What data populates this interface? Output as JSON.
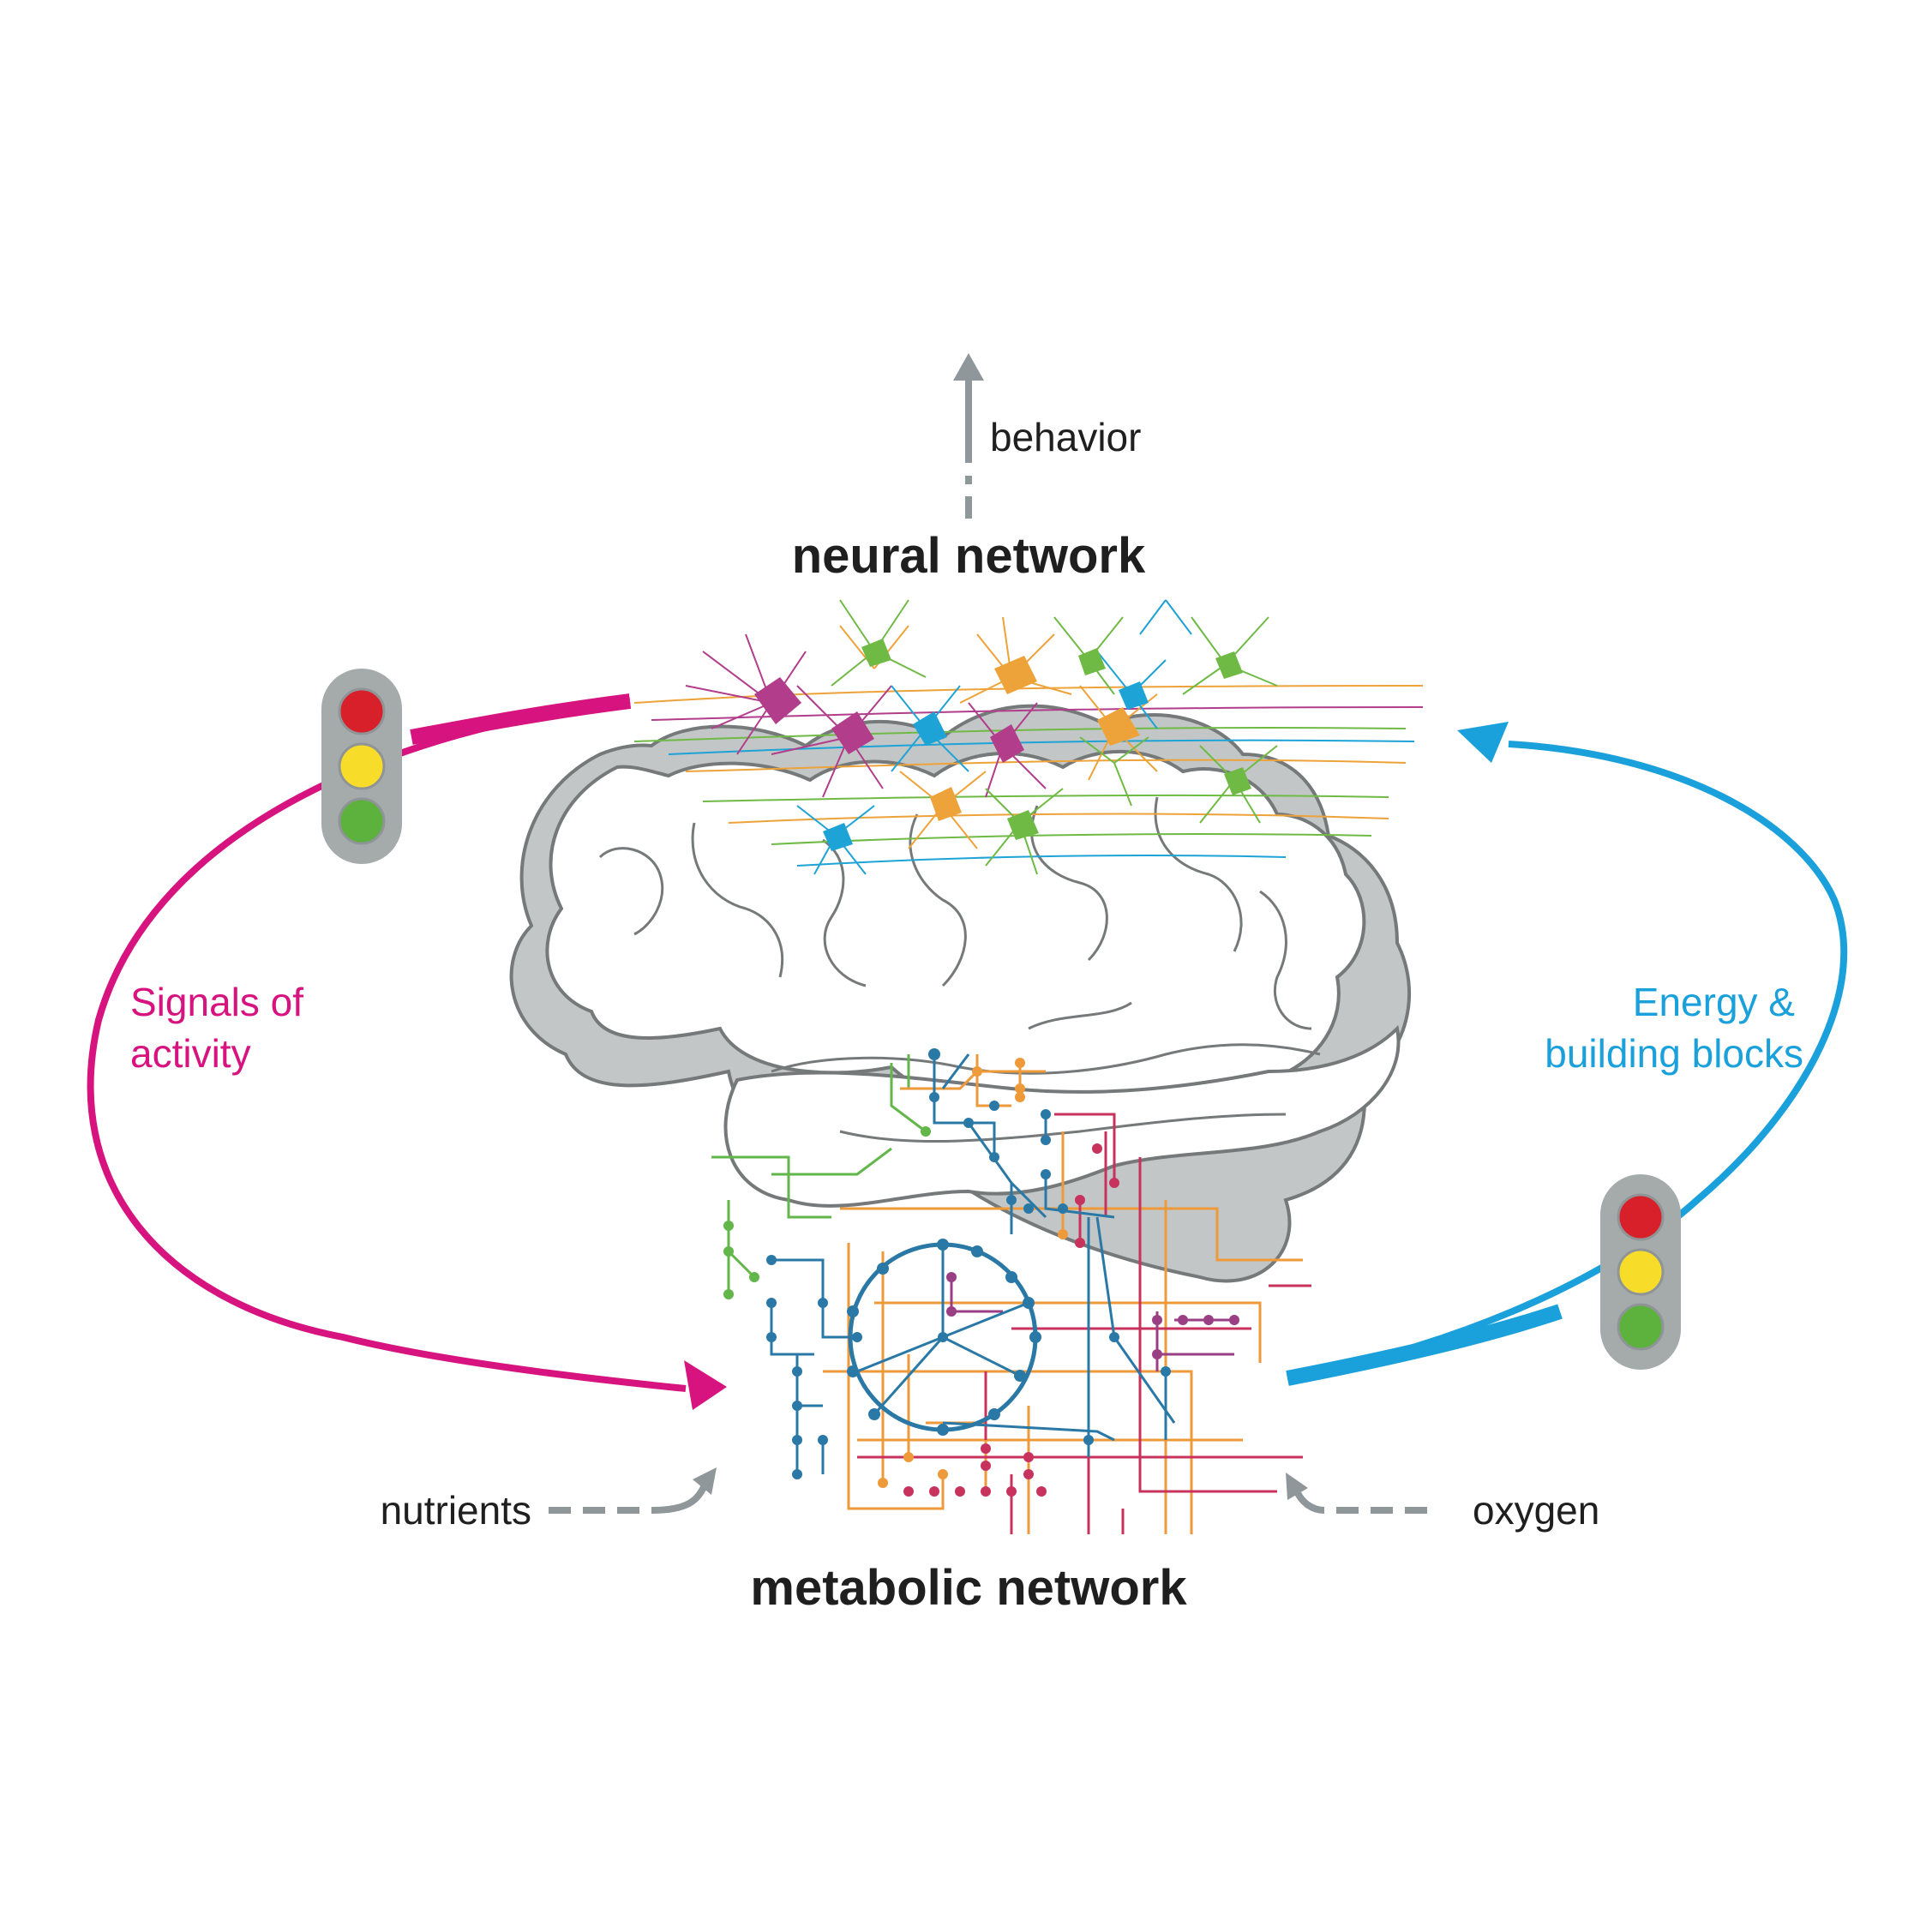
{
  "labels": {
    "behavior": "behavior",
    "neural_network": "neural network",
    "signals_line1": "Signals of",
    "signals_line2": "activity",
    "energy_line1": "Energy &",
    "energy_line2": "building blocks",
    "nutrients": "nutrients",
    "oxygen": "oxygen",
    "metabolic_network": "metabolic network"
  },
  "colors": {
    "signals": "#d6137e",
    "energy": "#1aa0da",
    "grey_arrow": "#8f979b",
    "brain_fill": "#ffffff",
    "brain_shadow": "#c2c6c7",
    "brain_outline": "#75797a",
    "light_red": "#d7202a",
    "light_yellow": "#f7dc2a",
    "light_green": "#5db13d",
    "light_housing": "#a5aaab",
    "neuron_magenta": "#b13d8b",
    "neuron_orange": "#eea23a",
    "neuron_blue": "#1ea3d6",
    "neuron_green": "#6fba45",
    "metabolic_blue": "#2a78a6",
    "metabolic_orange": "#ef9a3a",
    "metabolic_red": "#c8335e",
    "metabolic_green": "#62b64a",
    "metabolic_purple": "#9b3f85"
  },
  "icons": [
    "traffic-light-icon",
    "traffic-light-icon",
    "neuron-icon",
    "brain-icon"
  ]
}
